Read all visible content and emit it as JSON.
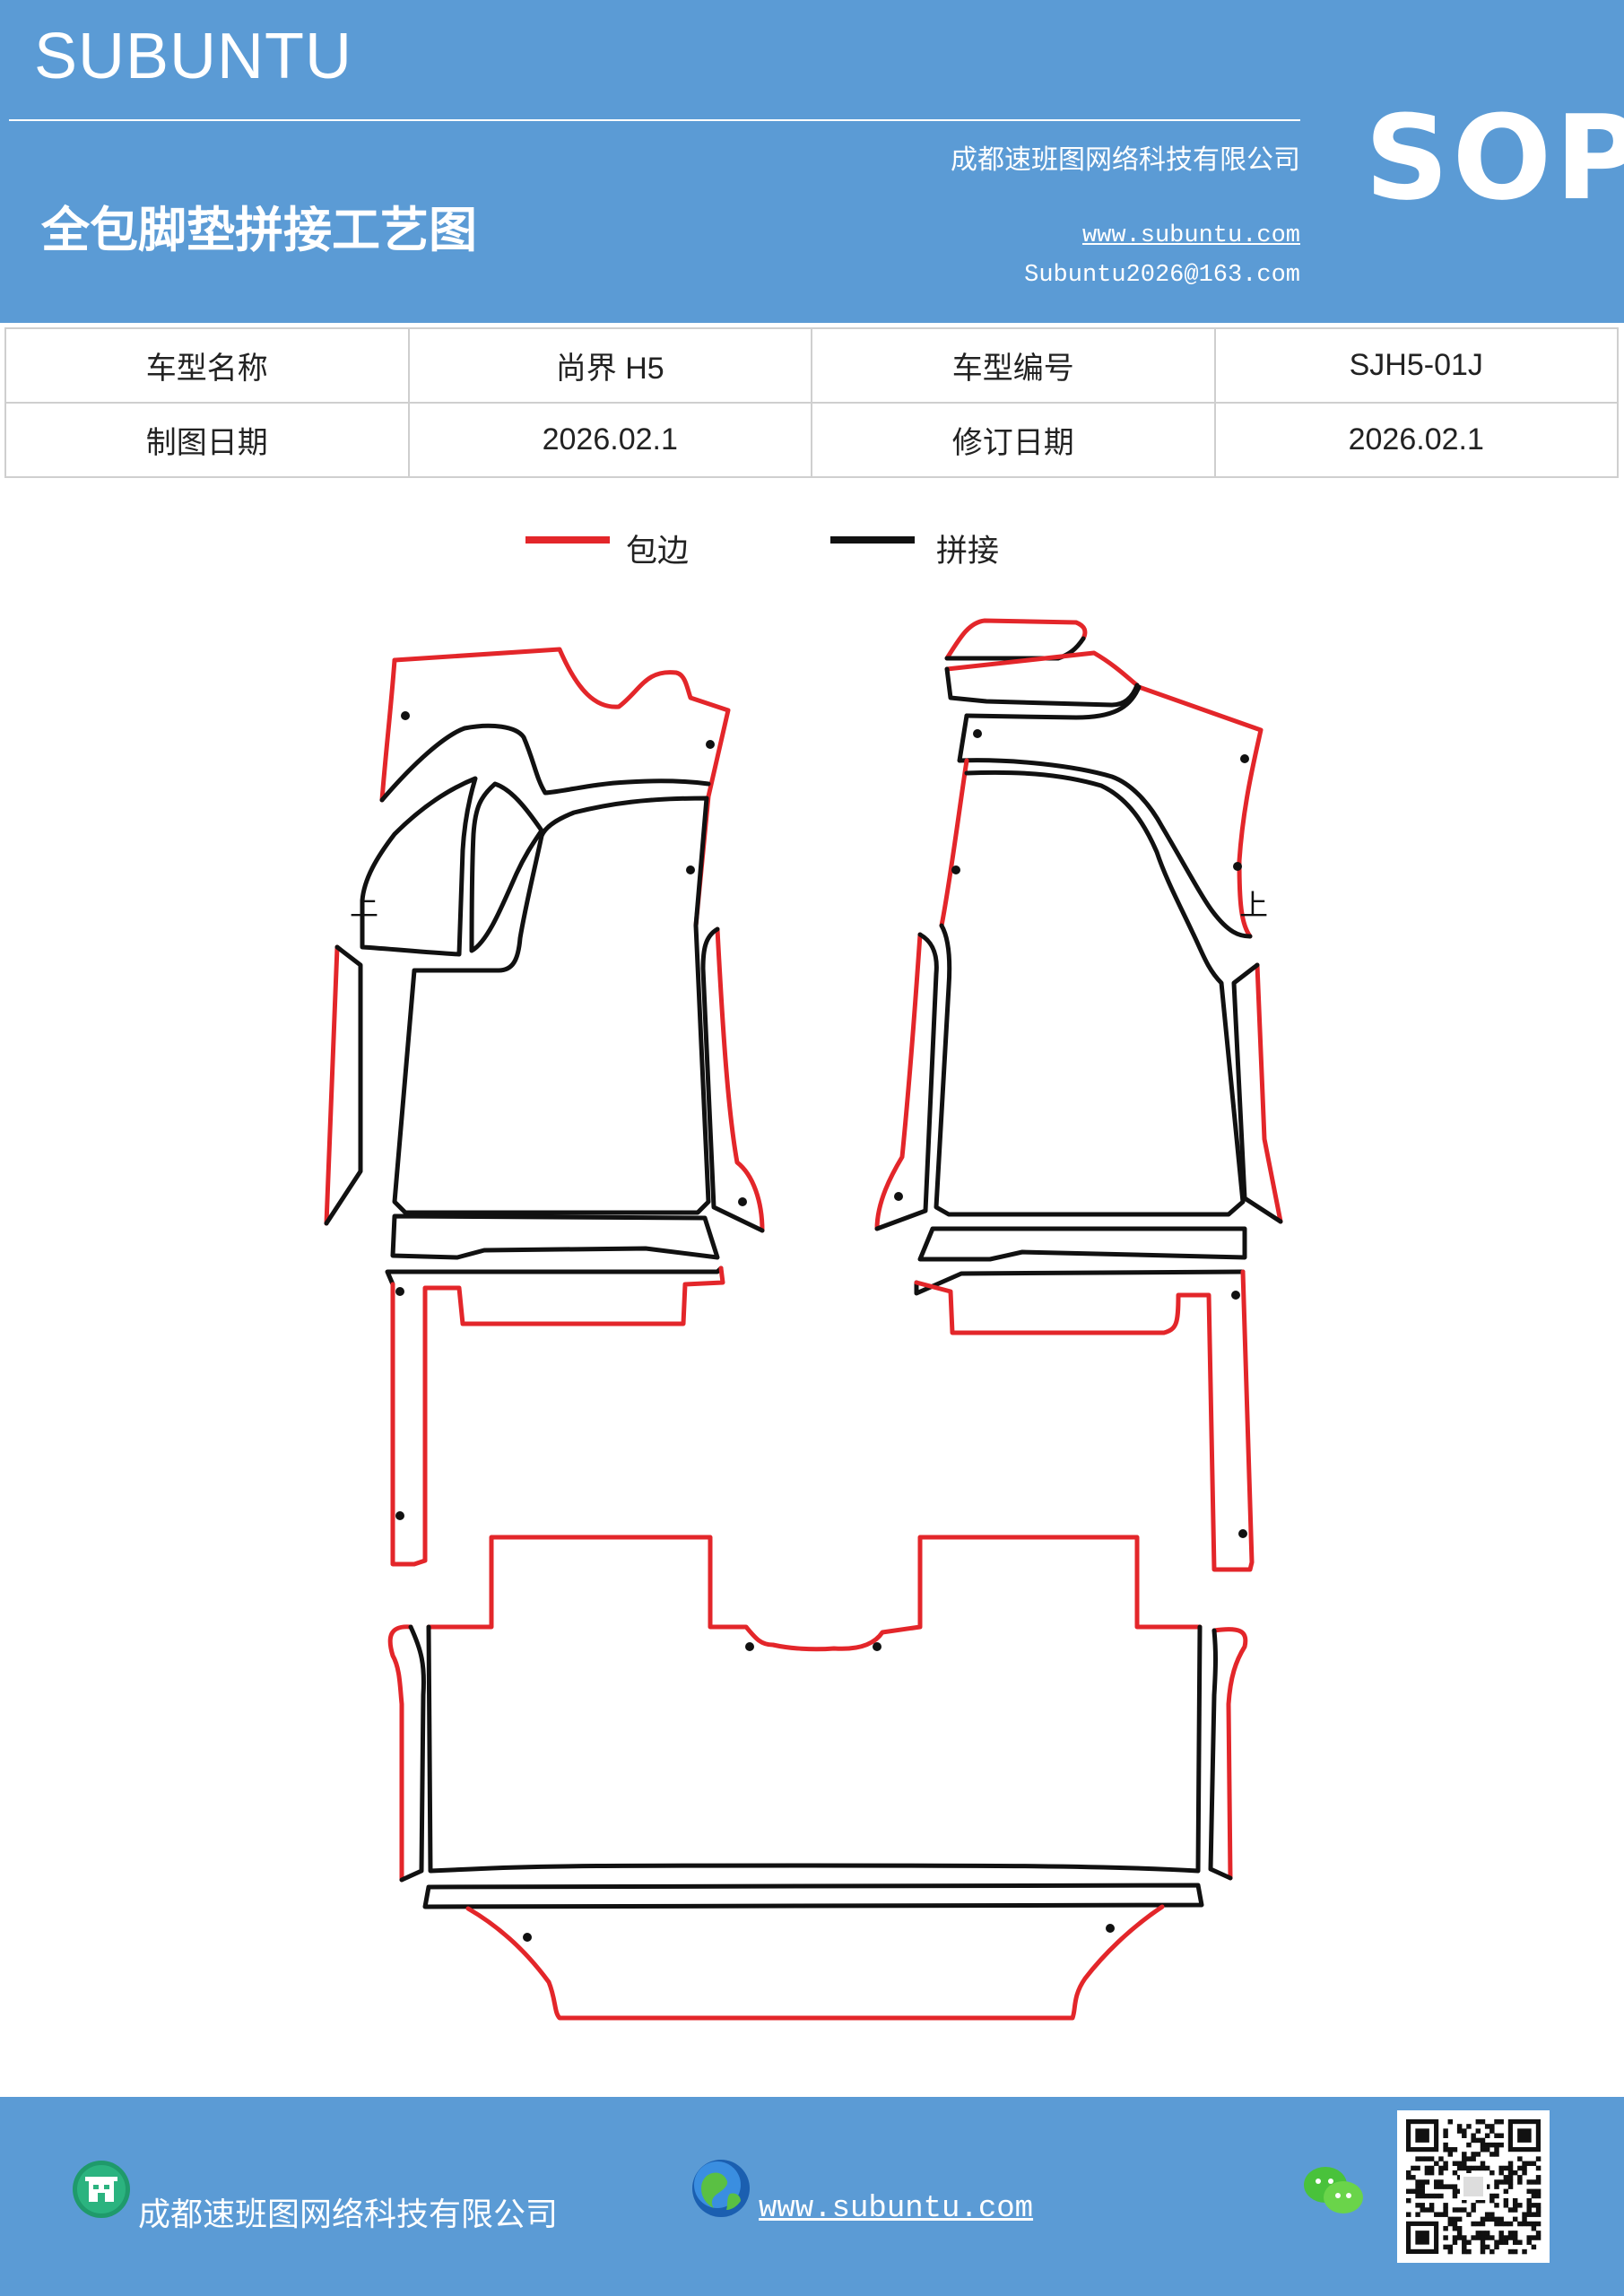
{
  "header": {
    "brand": "SUBUNTU",
    "badge": "SOP",
    "title": "全包脚垫拼接工艺图",
    "company": "成都速班图网络科技有限公司",
    "website": "www.subuntu.com",
    "email": "Subuntu2026@163.com"
  },
  "info_table": {
    "model_name_label": "车型名称",
    "model_name": "尚界 H5",
    "model_code_label": "车型编号",
    "model_code": "SJH5-01J",
    "draw_date_label": "制图日期",
    "draw_date": "2026.02.1",
    "revise_date_label": "修订日期",
    "revise_date": "2026.02.1"
  },
  "legend": {
    "items": [
      {
        "label": "包边",
        "color": "#e3262a"
      },
      {
        "label": "拼接",
        "color": "#111111"
      }
    ]
  },
  "diagram": {
    "marks": [
      "上",
      "上"
    ]
  },
  "footer": {
    "company": "成都速班图网络科技有限公司",
    "website": "www.subuntu.com",
    "icons": [
      "building-icon",
      "globe-icon",
      "wechat-icon",
      "qr-code"
    ]
  }
}
